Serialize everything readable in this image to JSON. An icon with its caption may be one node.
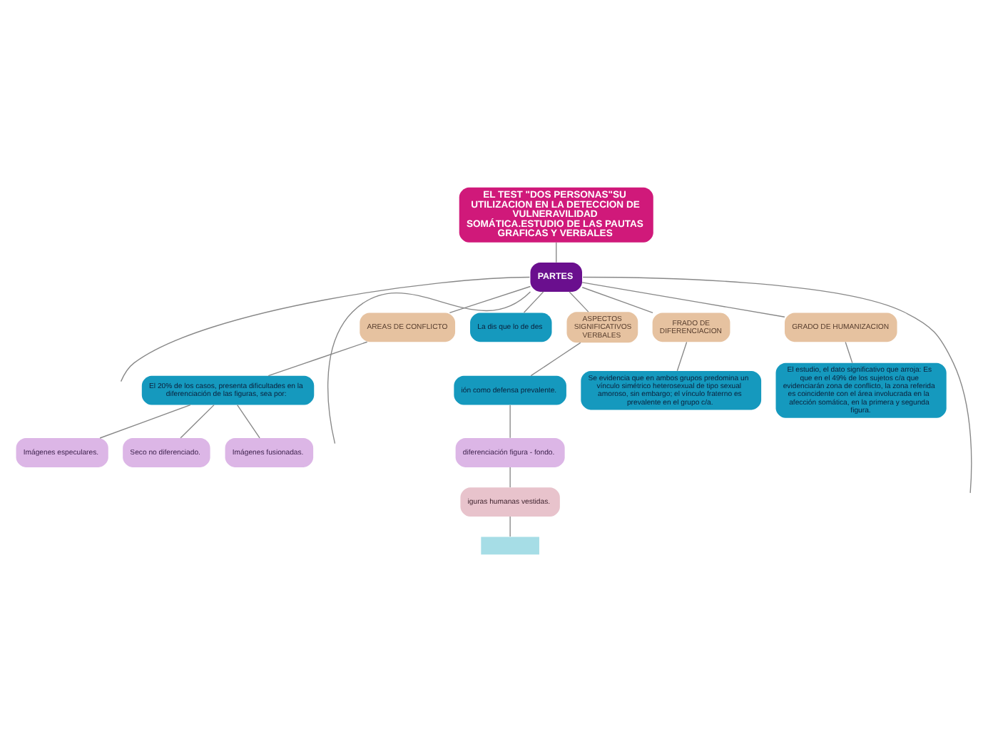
{
  "diagram": {
    "nodes": [
      {
        "text": [
          "EL TEST \"DOS PERSONAS\"SU UTILIZACION EN LA DETECCION DE VULNERAVILIDAD SOMÁTICA.ESTUDIO DE LAS PAUTAS GRAFICAS Y VERBALES"
        ]
      },
      {
        "text": [
          "PARTES"
        ]
      },
      {
        "text": [
          "ASPECTOS SIGNIFICATIVOS VERBALES"
        ]
      },
      {
        "text": [
          "GRADO DE HUMANIZACION"
        ]
      },
      {
        "text": [
          "AREAS DE CONFLICTO"
        ]
      },
      {
        "text": [
          "FRADO DE DIFERENCIACION"
        ]
      },
      {
        "text": [
          "La dis que lo de des"
        ]
      },
      {
        "text": [
          "ión como defensa prevalente."
        ]
      },
      {
        "text": [
          "diferenciación figura - fondo."
        ]
      },
      {
        "text": [
          "iguras humanas vestidas."
        ]
      },
      {
        "text": [],
        "shape": "box"
      },
      {
        "text": [
          "El estudio, el dato significativo que arroja: Es que en el 49% de los sujetos c/a que evidenciarán zona de conflicto, la zona referida es coincidente con el área involucrada en la afección somática, en la primera y segunda figura."
        ]
      },
      {
        "text": [
          "El 20% de los casos, presenta dificultades en la diferenciación de las figuras, sea por:"
        ]
      },
      {
        "text": [
          "Seco no diferenciado."
        ]
      },
      {
        "text": [
          "Imágenes fusionadas."
        ]
      },
      {
        "text": [
          "Imágenes especulares."
        ]
      },
      {
        "text": [
          "Se evidencia que en ambos grupos predomina un vínculo simétrico heterosexual de tipo sexual amoroso, sin embargo; el vínculo fraterno es prevalente en el grupo c/a."
        ]
      }
    ],
    "edges": [
      {
        "from": 0,
        "to": 1,
        "arrow": "none"
      },
      {
        "from": 1,
        "to": null,
        "arrow": "none"
      },
      {
        "from": 1,
        "to": null,
        "arrow": "none"
      },
      {
        "from": 1,
        "to": 2,
        "arrow": "none"
      },
      {
        "from": 1,
        "to": 3,
        "arrow": "none"
      },
      {
        "from": 1,
        "to": 4,
        "arrow": "none"
      },
      {
        "from": 1,
        "to": 5,
        "arrow": "none"
      },
      {
        "from": 1,
        "to": 6,
        "arrow": "none"
      },
      {
        "from": 1,
        "to": null,
        "arrow": "none"
      },
      {
        "from": 2,
        "to": 7,
        "arrow": "none"
      },
      {
        "from": 7,
        "to": 8,
        "arrow": "none"
      },
      {
        "from": 8,
        "to": 9,
        "arrow": "none"
      },
      {
        "from": 9,
        "to": 10,
        "arrow": "none"
      },
      {
        "from": 3,
        "to": 11,
        "arrow": "none"
      },
      {
        "from": 4,
        "to": 12,
        "arrow": "none"
      },
      {
        "from": 12,
        "to": 13,
        "arrow": "none"
      },
      {
        "from": 12,
        "to": 14,
        "arrow": "none"
      },
      {
        "from": 12,
        "to": 15,
        "arrow": "none"
      },
      {
        "from": 5,
        "to": 16,
        "arrow": "none"
      }
    ]
  }
}
